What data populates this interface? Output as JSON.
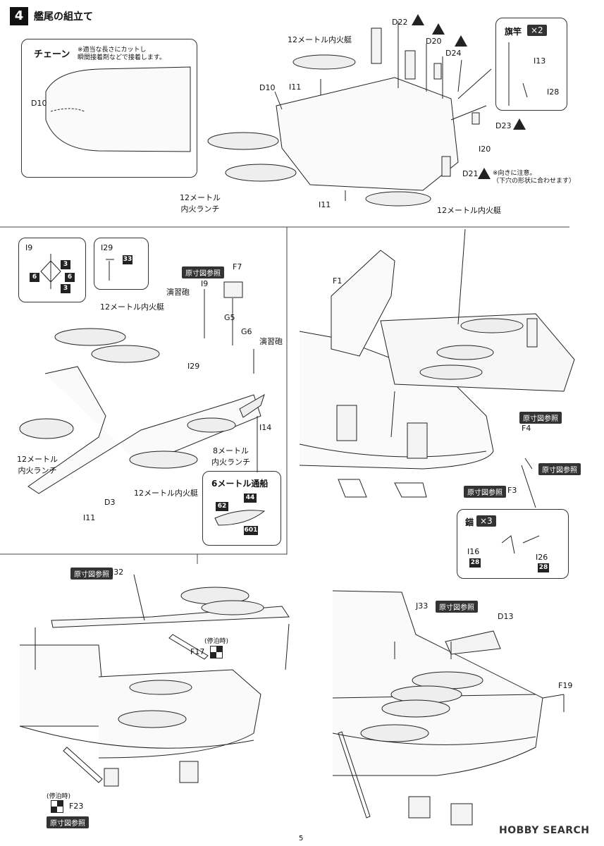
{
  "step": {
    "number": "4",
    "title": "艦尾の組立て"
  },
  "chain_panel": {
    "title": "チェーン",
    "note": "※適当な長さにカットし\n瞬間接着剤などで接着します。",
    "part": "D10"
  },
  "top_labels": {
    "d22": "D22",
    "d20": "D20",
    "d24": "D24",
    "d10": "D10",
    "i11a": "I11",
    "i11b": "I11",
    "d23": "D23",
    "i20": "I20",
    "d21": "D21",
    "d21_note": "※向きに注意。\n（下穴の形状に合わせます）",
    "boat12a": "12メートル内火艇",
    "boat12b": "12メートル内火艇",
    "launch12": "12メートル\n内火ランチ"
  },
  "flag_panel": {
    "title": "旗竿",
    "qty": "×2",
    "i13": "I13",
    "i28": "I28"
  },
  "i9_panel": {
    "label": "I9",
    "nums": [
      "3",
      "6",
      "6",
      "3"
    ]
  },
  "i29_panel": {
    "label": "I29",
    "num": "33"
  },
  "mid_left": {
    "ref": "原寸図参照",
    "f7": "F7",
    "i9": "I9",
    "g5": "G5",
    "g6": "G6",
    "drill_gun_a": "演習砲",
    "drill_gun_b": "演習砲",
    "i29": "I29",
    "boat12a": "12メートル内火艇",
    "boat12b": "12メートル内火艇",
    "launch12": "12メートル\n内火ランチ",
    "launch8": "8メートル\n内火ランチ",
    "i14": "I14",
    "d3": "D3",
    "i11": "I11"
  },
  "cutter_panel": {
    "title": "6メートル通船",
    "nums": [
      "62",
      "44",
      "601"
    ]
  },
  "mid_right": {
    "f1": "F1",
    "ref_a": "原寸図参照",
    "f4": "F4",
    "ref_b": "原寸図参照",
    "ref_c": "原寸図参照",
    "f3": "F3"
  },
  "anchor_panel": {
    "title": "錨",
    "qty": "×3",
    "i16": "I16",
    "i26": "I26",
    "n1": "28",
    "n2": "28"
  },
  "bottom_left": {
    "ref_a": "原寸図参照",
    "j32": "J32",
    "moored_a": "(停泊時)",
    "f17": "F17",
    "moored_b": "(停泊時)",
    "f23": "F23",
    "ref_b": "原寸図参照"
  },
  "bottom_right": {
    "j33": "J33",
    "ref": "原寸図参照",
    "d13": "D13",
    "f19": "F19"
  },
  "footer": {
    "page": "5",
    "watermark": "HOBBY SEARCH"
  }
}
